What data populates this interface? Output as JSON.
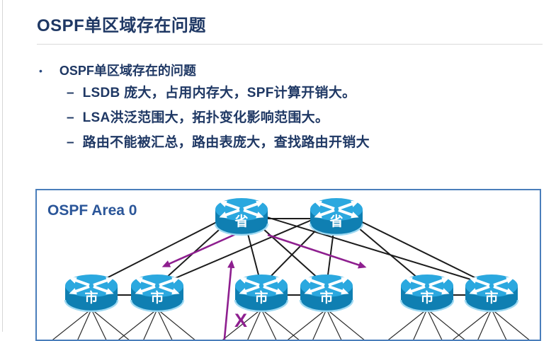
{
  "slide": {
    "title": "OSPF单区域存在问题",
    "bullet_marker": "•",
    "dash_marker": "–",
    "main_bullet": "OSPF单区域存在的问题",
    "sub_bullets": [
      "LSDB 庞大，占用内存大，SPF计算开销大。",
      "LSA洪泛范围大，拓扑变化影响范围大。",
      "路由不能被汇总，路由表庞大，查找路由开销大"
    ]
  },
  "diagram": {
    "area_label": "OSPF Area 0",
    "block_mark": "X",
    "routers": [
      {
        "label": "省",
        "tier": "province"
      },
      {
        "label": "省",
        "tier": "province"
      },
      {
        "label": "市",
        "tier": "city"
      },
      {
        "label": "市",
        "tier": "city"
      },
      {
        "label": "市",
        "tier": "city"
      },
      {
        "label": "市",
        "tier": "city"
      },
      {
        "label": "市",
        "tier": "city"
      },
      {
        "label": "市",
        "tier": "city"
      }
    ],
    "colors": {
      "router_top": "#2BA8DF",
      "router_body": "#0F7FB2",
      "flood_arrow": "#8E1F8F",
      "box_border": "#4A7EBB",
      "body_text": "#1F3864",
      "area_label_color": "#2B5699",
      "link_line": "#1C1C1C"
    }
  }
}
